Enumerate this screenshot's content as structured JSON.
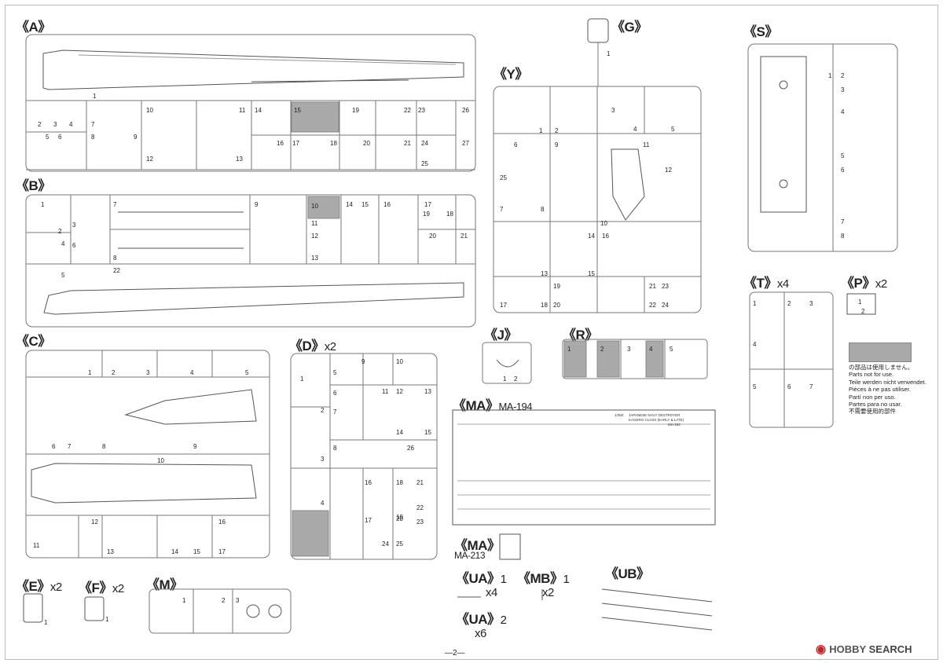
{
  "sprues": {
    "A": {
      "label": "《A》"
    },
    "B": {
      "label": "《B》"
    },
    "C": {
      "label": "《C》"
    },
    "D": {
      "label": "《D》",
      "mult": "x2"
    },
    "E": {
      "label": "《E》",
      "mult": "x2"
    },
    "F": {
      "label": "《F》",
      "mult": "x2"
    },
    "M": {
      "label": "《M》"
    },
    "G": {
      "label": "《G》"
    },
    "Y": {
      "label": "《Y》"
    },
    "S": {
      "label": "《S》"
    },
    "T": {
      "label": "《T》",
      "mult": "x4"
    },
    "P": {
      "label": "《P》",
      "mult": "x2"
    },
    "J": {
      "label": "《J》"
    },
    "R": {
      "label": "《R》"
    },
    "MA1": {
      "label": "《MA》",
      "code": "MA-194"
    },
    "MA2": {
      "label": "《MA》",
      "code": "MA-213"
    },
    "UA1": {
      "label": "《UA》",
      "sub": "1",
      "mult": "x4"
    },
    "MB1": {
      "label": "《MB》",
      "sub": "1",
      "mult": "x2"
    },
    "UA2": {
      "label": "《UA》",
      "sub": "2",
      "mult": "x6"
    },
    "UB": {
      "label": "《UB》"
    }
  },
  "legend": {
    "lines": [
      "の部品は使用しません。",
      "Parts not for use.",
      "Teile werden nicht verwendet.",
      "Pièces à ne pas utiliser.",
      "Partí non per uso.",
      "Partes para no usar.",
      "不需要使用的部件"
    ],
    "gray": "#a9a9a9"
  },
  "page_number": "—2—",
  "watermark": {
    "brand": "HOBBY",
    "search": "SEARCH"
  },
  "photo_etch": {
    "title": "JAPANESE NAVY DESTROYER",
    "subtitle": "KAGERO CLASS (EARLY & LATE)",
    "scale": "1/350",
    "code": "MA-194"
  },
  "part_numbers": {
    "A": [
      "1",
      "2",
      "3",
      "4",
      "5",
      "6",
      "7",
      "8",
      "9",
      "10",
      "11",
      "12",
      "13",
      "14",
      "15",
      "16",
      "17",
      "18",
      "19",
      "20",
      "21",
      "22",
      "23",
      "24",
      "25",
      "26",
      "27"
    ],
    "B": [
      "1",
      "2",
      "3",
      "4",
      "5",
      "6",
      "7",
      "8",
      "9",
      "10",
      "11",
      "12",
      "13",
      "14",
      "15",
      "16",
      "17",
      "18",
      "19",
      "20",
      "21",
      "22"
    ],
    "C": [
      "1",
      "2",
      "3",
      "4",
      "5",
      "6",
      "7",
      "8",
      "9",
      "10",
      "11",
      "12",
      "13",
      "14",
      "15",
      "16",
      "17"
    ],
    "D": [
      "1",
      "2",
      "3",
      "4",
      "5",
      "6",
      "7",
      "8",
      "9",
      "10",
      "11",
      "12",
      "13",
      "14",
      "15",
      "16",
      "17",
      "18",
      "19",
      "20",
      "21",
      "22",
      "23",
      "24",
      "25",
      "26"
    ],
    "Y": [
      "1",
      "2",
      "3",
      "4",
      "5",
      "6",
      "7",
      "8",
      "9",
      "10",
      "11",
      "12",
      "13",
      "14",
      "15",
      "16",
      "17",
      "18",
      "19",
      "20",
      "21",
      "22",
      "23",
      "24",
      "25"
    ],
    "S": [
      "1",
      "2",
      "3",
      "4",
      "5",
      "6",
      "7",
      "8"
    ],
    "T": [
      "1",
      "2",
      "3",
      "4",
      "5",
      "6",
      "7"
    ],
    "R": [
      "1",
      "2",
      "3",
      "4",
      "5"
    ],
    "M": [
      "1",
      "2",
      "3"
    ],
    "G": [
      "1"
    ],
    "J": [
      "1",
      "2"
    ],
    "E": [
      "1"
    ],
    "F": [
      "1"
    ],
    "P": [
      "1",
      "2"
    ]
  }
}
